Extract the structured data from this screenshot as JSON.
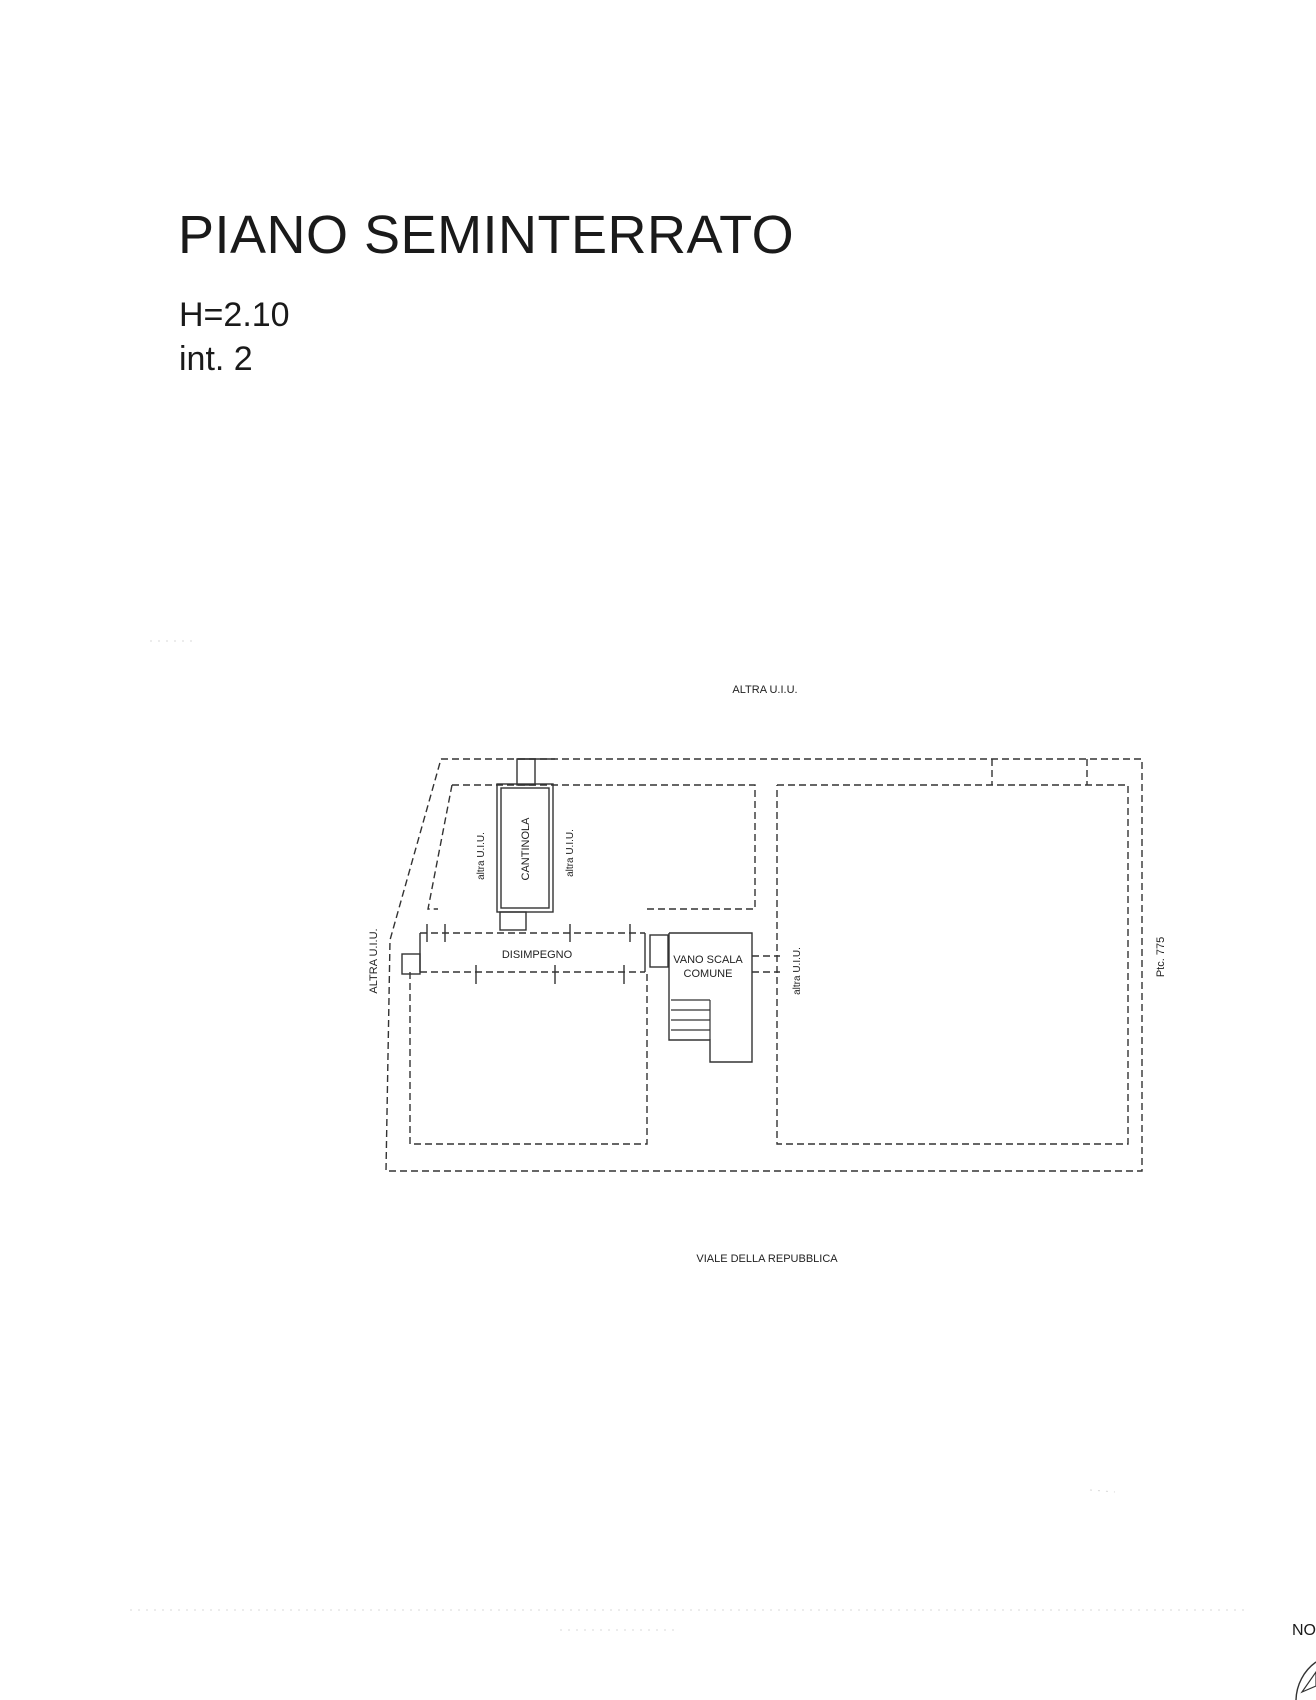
{
  "header": {
    "title": "PIANO SEMINTERRATO",
    "height_label": "H=2.10",
    "unit_label": "int. 2"
  },
  "plan": {
    "labels": {
      "top_neighbor": "ALTRA U.I.U.",
      "left_neighbor": "ALTRA U.I.U.",
      "cellar_left": "altra U.I.U.",
      "cellar": "CANTINOLA",
      "cellar_right": "altra U.I.U.",
      "corridor": "DISIMPEGNO",
      "stair_line1": "VANO SCALA",
      "stair_line2": "COMUNE",
      "stair_right": "altra U.I.U.",
      "parcel": "Ptc. 775",
      "street": "VIALE DELLA REPUBBLICA"
    }
  },
  "compass": {
    "label": "NO"
  }
}
